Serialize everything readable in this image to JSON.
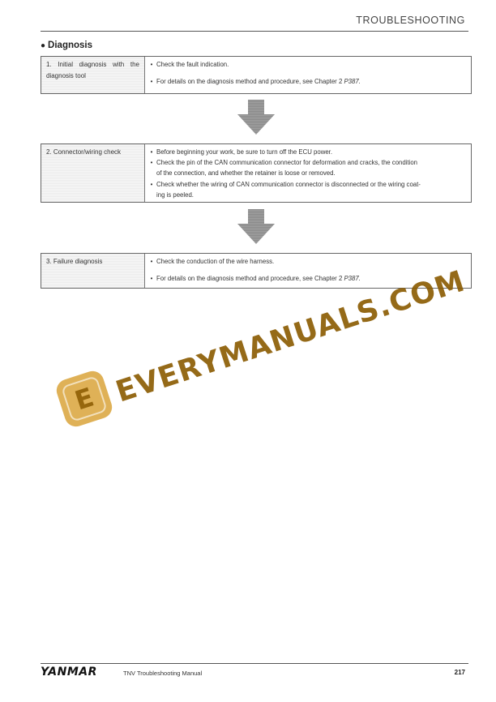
{
  "header": {
    "title": "TROUBLESHOOTING"
  },
  "section": {
    "bullet": "●",
    "title": "Diagnosis"
  },
  "steps": [
    {
      "label": "1. Initial diagnosis with the diagnosis tool",
      "lines": [
        {
          "bullet": "•",
          "text": "Check the fault indication."
        },
        {
          "bullet": "•",
          "text": "For details on the diagnosis method and procedure, see Chapter 2 ",
          "ref": "P387."
        }
      ]
    },
    {
      "label": "2. Connector/wiring check",
      "lines": [
        {
          "bullet": "•",
          "text": "Before beginning your work, be sure to turn off the ECU power."
        },
        {
          "bullet": "•",
          "text": "Check the pin of the CAN communication connector for deformation and cracks, the condition"
        },
        {
          "text": "of the connection, and whether the retainer is loose or removed."
        },
        {
          "bullet": "•",
          "text": "Check whether the wiring of CAN communication connector is disconnected or the wiring coat-"
        },
        {
          "text": "ing is peeled."
        }
      ]
    },
    {
      "label": "3. Failure diagnosis",
      "lines": [
        {
          "bullet": "•",
          "text": "Check the conduction of the wire harness."
        },
        {
          "bullet": "•",
          "text": "For details on the diagnosis method and procedure, see Chapter 2 ",
          "ref": "P387."
        }
      ]
    }
  ],
  "watermark": {
    "text": "EVERYMANUALS.COM",
    "logo_letter": "E",
    "color": "#8a5a00",
    "logo_color": "#d9a33a"
  },
  "footer": {
    "brand": "YANMAR",
    "manual": "TNV Troubleshooting Manual",
    "page": "217"
  },
  "colors": {
    "arrow": "#8f8f8f",
    "rule": "#555555"
  }
}
